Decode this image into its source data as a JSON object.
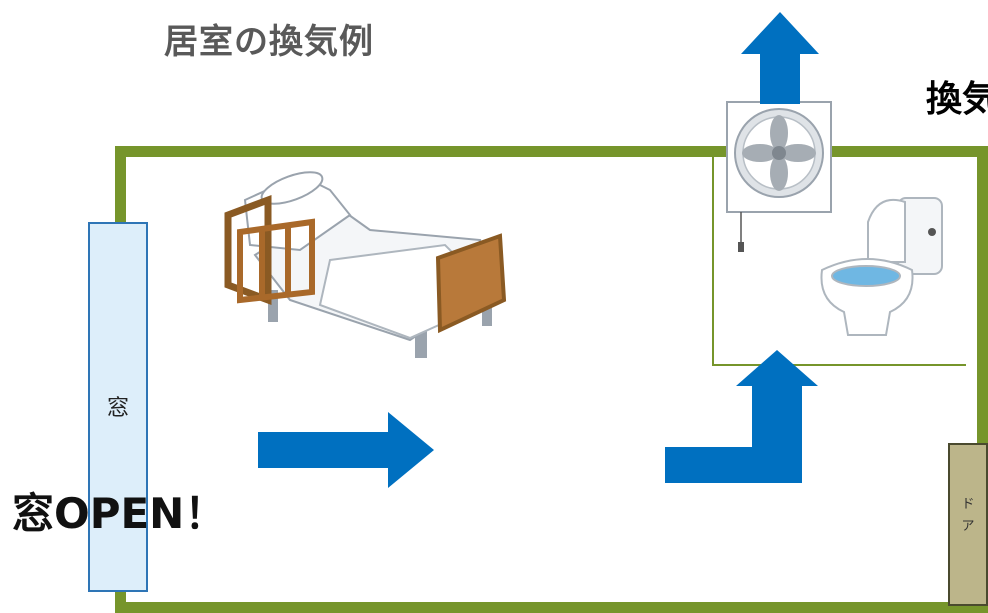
{
  "title": "居室の換気例",
  "fan_caption": "換気",
  "window": {
    "label": "窓"
  },
  "door": {
    "label_line1": "ド",
    "label_line2": "ア"
  },
  "window_open_text": "窓OPEN！",
  "colors": {
    "wall": "#76952b",
    "arrow": "#0070c0",
    "window_fill": "#ddeefa",
    "door_fill": "#bcb58a"
  }
}
